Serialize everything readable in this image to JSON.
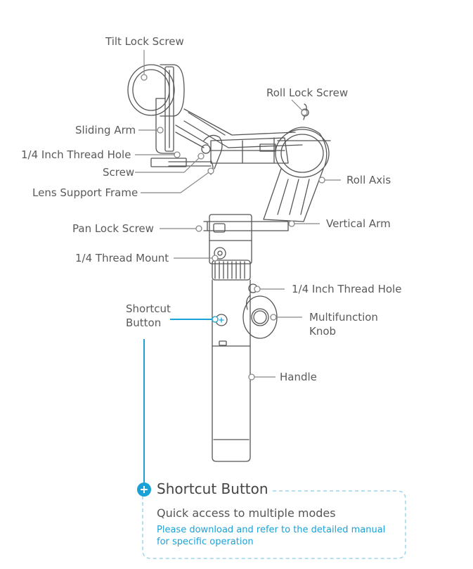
{
  "labels": {
    "tilt_lock_screw": "Tilt Lock Screw",
    "roll_lock_screw": "Roll Lock Screw",
    "sliding_arm": "Sliding Arm",
    "thread_hole_top": "1/4 Inch Thread Hole",
    "screw": "Screw",
    "lens_support_frame": "Lens Support Frame",
    "roll_axis": "Roll Axis",
    "pan_lock_screw": "Pan Lock Screw",
    "vertical_arm": "Vertical Arm",
    "thread_mount": "1/4 Thread Mount",
    "thread_hole_side": "1/4 Inch Thread Hole",
    "shortcut_button_line1": "Shortcut",
    "shortcut_button_line2": "Button",
    "multifunction_knob_line1": "Multifunction",
    "multifunction_knob_line2": "Knob",
    "handle": "Handle"
  },
  "info_box": {
    "title": "Shortcut Button",
    "description": "Quick access to multiple modes",
    "note": "Please download and refer to the detailed manual for specific operation"
  },
  "colors": {
    "accent": "#1aa2d8",
    "line_art": "#555555",
    "text": "#5a5a5a"
  }
}
